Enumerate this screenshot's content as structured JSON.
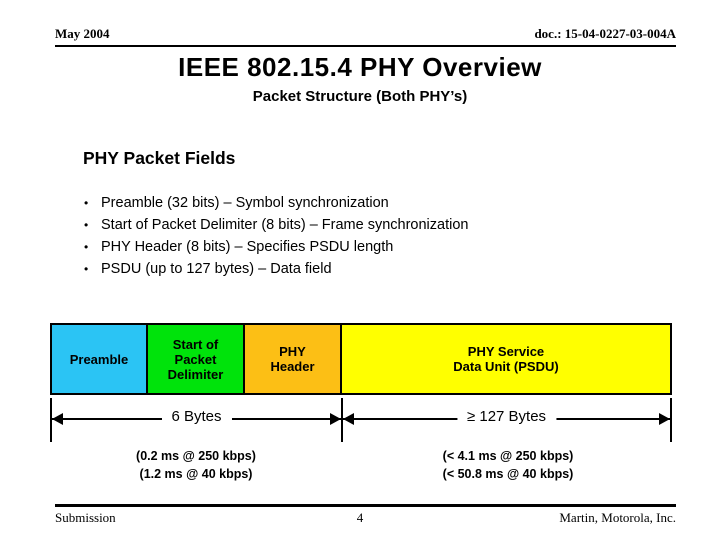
{
  "header": {
    "date": "May 2004",
    "doc": "doc.: 15-04-0227-03-004A"
  },
  "title": "IEEE 802.15.4 PHY Overview",
  "subtitle": "Packet Structure (Both PHY’s)",
  "body": {
    "heading": "PHY Packet Fields",
    "bullet_glyph": "•",
    "bullets": [
      "Preamble (32 bits) – Symbol synchronization",
      "Start of Packet Delimiter (8 bits) – Frame synchronization",
      "PHY Header (8 bits) – Specifies PSDU length",
      "PSDU (up to 127 bytes) – Data field"
    ]
  },
  "packet_bar": {
    "fields": [
      {
        "label": "Preamble",
        "color": "#2bc4f4"
      },
      {
        "label": "Start of\nPacket\nDelimiter",
        "color": "#00e30b"
      },
      {
        "label": "PHY\nHeader",
        "color": "#fcbf15"
      },
      {
        "label": "PHY Service\nData Unit (PSDU)",
        "color": "#ffff00"
      }
    ]
  },
  "measurements": {
    "left": {
      "span_label": "6 Bytes",
      "notes": [
        "(0.2  ms @ 250 kbps)",
        "(1.2 ms @ 40 kbps)"
      ]
    },
    "right": {
      "span_label": "≥ 127 Bytes",
      "notes": [
        "(< 4.1  ms @ 250 kbps)",
        "(< 50.8 ms @ 40 kbps)"
      ]
    }
  },
  "footer": {
    "left": "Submission",
    "page_number": "4",
    "right": "Martin, Motorola, Inc."
  }
}
